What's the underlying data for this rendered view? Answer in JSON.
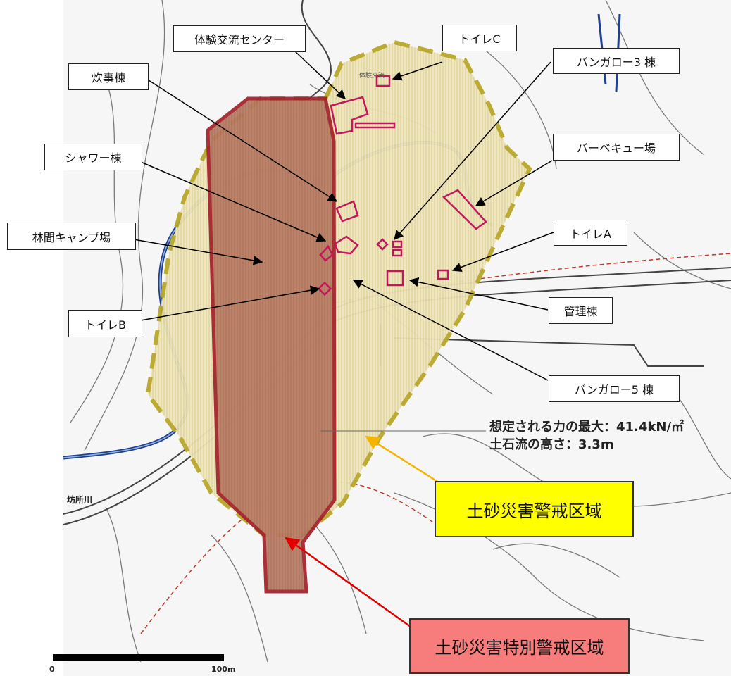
{
  "facilities": {
    "taiken_center": "体験交流センター",
    "toilet_c": "トイレC",
    "suijito": "炊事棟",
    "bungalow3": "バンガロー3 棟",
    "shower": "シャワー棟",
    "bbq": "バーベキュー場",
    "camp": "林間キャンプ場",
    "toilet_a": "トイレA",
    "toilet_b": "トイレB",
    "kanri": "管理棟",
    "bungalow5": "バンガロー5 棟"
  },
  "annotation": {
    "force": "想定される力の最大：41.4kN/㎡",
    "height": "土石流の高さ：3.3m"
  },
  "river_label": "坊所川",
  "legend": {
    "warning_zone": "土砂災害警戒区域",
    "special_zone": "土砂災害特別警戒区域",
    "warning_color": "#ffff00",
    "special_color": "#f77c7c"
  },
  "scale": {
    "start": "0",
    "end": "100m"
  }
}
